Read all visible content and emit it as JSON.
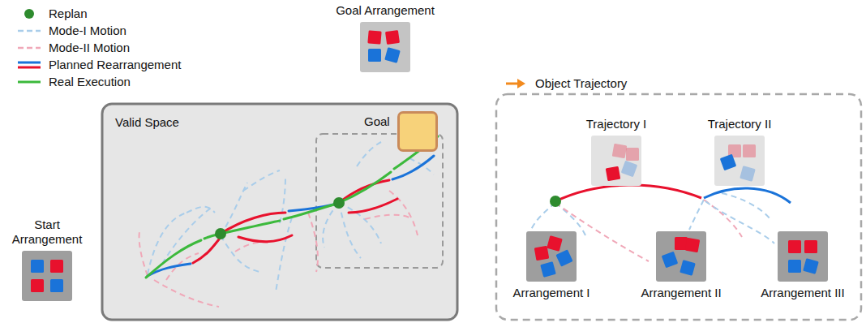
{
  "diagram": {
    "nodes": [
      {
        "text": [
          "Start Arrangement"
        ]
      },
      {
        "text": [
          "Goal Arrangement"
        ]
      },
      {
        "text": [
          "Valid Space"
        ]
      },
      {
        "text": [
          "Goal"
        ],
        "in": 2
      },
      {
        "text": [
          "Trajectory I"
        ]
      },
      {
        "text": [
          "Trajectory II"
        ]
      },
      {
        "text": [
          "Arrangement I"
        ]
      },
      {
        "text": [
          "Arrangement II"
        ]
      },
      {
        "text": [
          "Arrangement III"
        ]
      }
    ],
    "legend": [
      {
        "text": "Replan",
        "color": "#2e8b2e"
      },
      {
        "text": "Mode-I Motion"
      },
      {
        "text": "Mode-II Motion"
      },
      {
        "text": "Planned Rearrangement"
      },
      {
        "text": "Real Execution"
      },
      {
        "text": "Object Trajectory"
      }
    ]
  }
}
